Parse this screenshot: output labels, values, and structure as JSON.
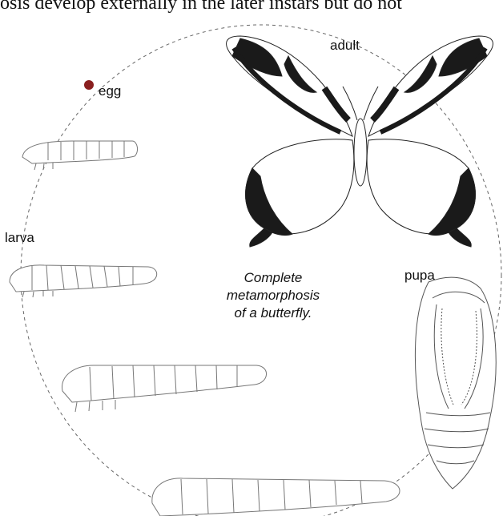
{
  "page": {
    "top_text": "osis develop externally in the later instars but do not"
  },
  "labels": {
    "egg": "egg",
    "larva": "larva",
    "pupa": "pupa",
    "adult": "adult"
  },
  "caption": {
    "line1": "Complete",
    "line2": "metamorphosis",
    "line3": "of a butterfly."
  },
  "colors": {
    "egg_dot": "#8a1f1f",
    "outline": "#555555",
    "wing_dark": "#1a1a1a",
    "dashed_path": "#666666"
  }
}
